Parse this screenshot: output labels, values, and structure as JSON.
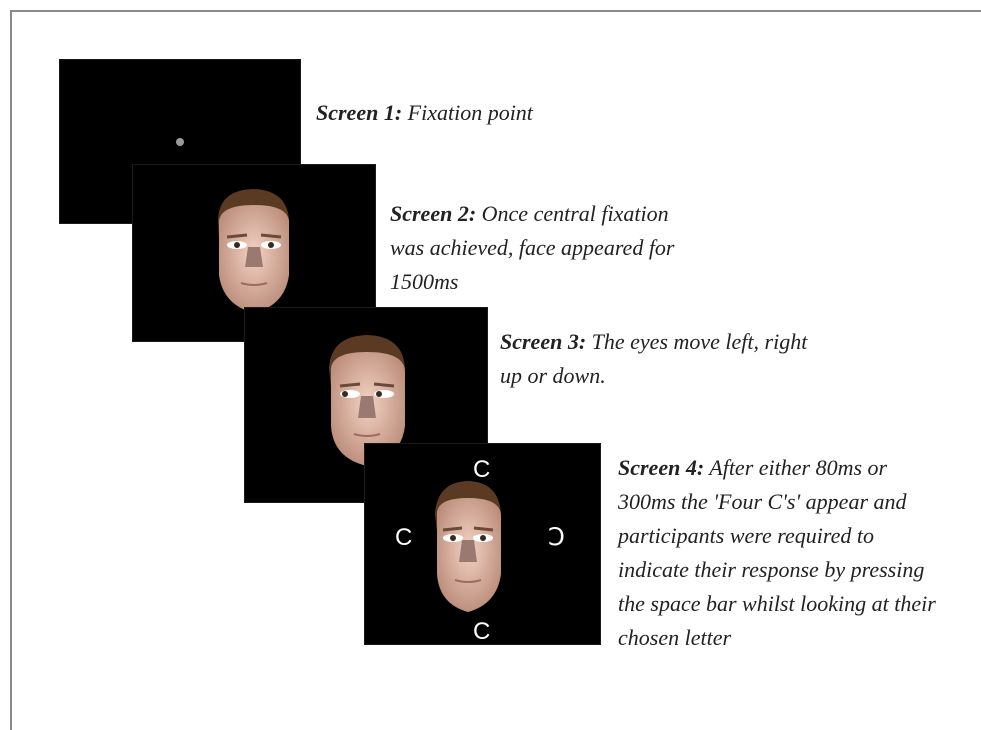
{
  "screens": [
    {
      "title": "Screen 1:",
      "text": "Fixation point"
    },
    {
      "title": "Screen 2:",
      "text": "Once central fixation was achieved, face appeared for 1500ms"
    },
    {
      "title": "Screen 3:",
      "text": "The eyes move left, right up or down."
    },
    {
      "title": "Screen 4:",
      "text": "After either 80ms or 300ms the 'Four C's' appear and participants  were required to indicate their response by pressing the space bar whilst looking at their chosen letter"
    }
  ],
  "targets": {
    "top": "C",
    "left": "C",
    "right": "Ↄ",
    "bottom": "C"
  },
  "colors": {
    "screen_bg": "#000000",
    "face_skin": "#e8b9a6",
    "hair": "#5a3a22",
    "fixation_dot": "#9a9a9a"
  }
}
